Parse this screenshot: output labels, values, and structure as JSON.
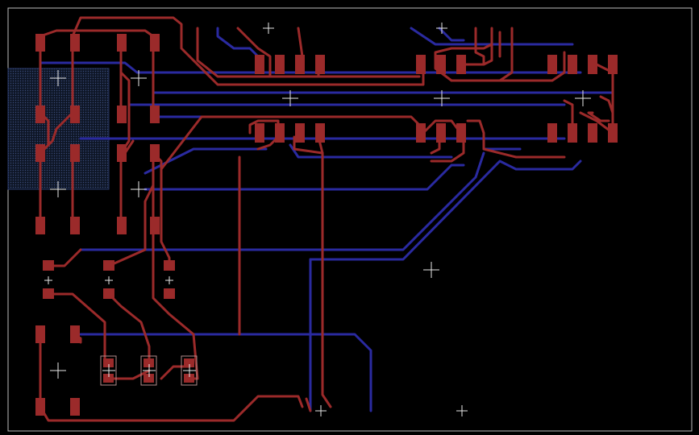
{
  "view": "pcb-layout",
  "colors": {
    "background": "#000000",
    "top_copper": "#9b2a2a",
    "bottom_copper": "#2a2aa0",
    "marker": "#e8e8e8",
    "board_outline": "#bdbdbd",
    "keepout_fill": "#1a2a4a"
  },
  "layers": [
    "top-copper",
    "bottom-copper"
  ],
  "components": {
    "header_pins_upper": 4,
    "header_pins_lower": 4,
    "smd_capacitors": 3,
    "crystal_pads": 3,
    "tactile_switch": 1
  }
}
